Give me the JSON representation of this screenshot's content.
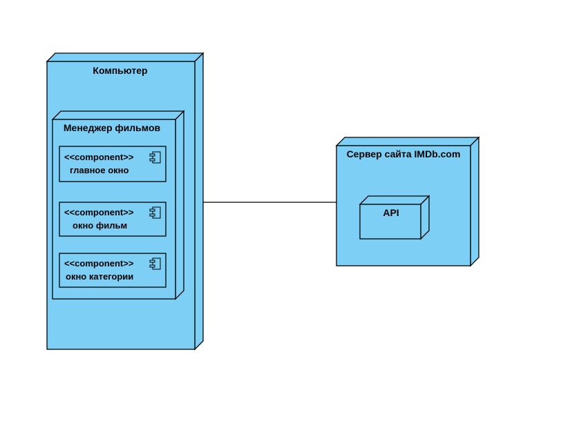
{
  "diagram": {
    "computer": {
      "title": "Компьютер",
      "fill": "#7dcff5"
    },
    "manager": {
      "title": "Менеджер фильмов"
    },
    "components": [
      {
        "stereotype": "<<component>>",
        "name": "главное окно"
      },
      {
        "stereotype": "<<component>>",
        "name": "окно фильм"
      },
      {
        "stereotype": "<<component>>",
        "name": "окно категории"
      }
    ],
    "server": {
      "title": "Сервер сайта IMDb.com",
      "fill": "#7dcff5"
    },
    "api": {
      "title": "API"
    },
    "link": {
      "from": "Компьютер",
      "to": "Сервер сайта IMDb.com"
    }
  }
}
